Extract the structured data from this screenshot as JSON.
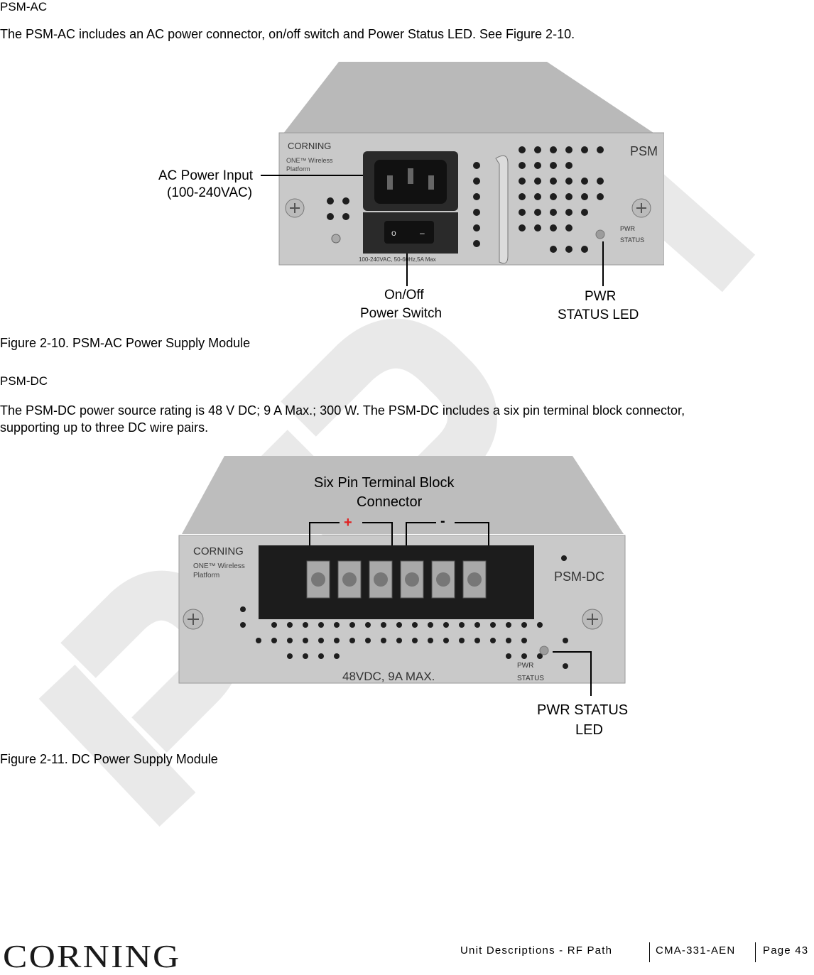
{
  "section1": {
    "heading": "PSM-AC",
    "paragraph": "The PSM-AC includes an AC power connector, on/off switch and Power Status LED. See Figure 2-10.",
    "figure": {
      "brand": "CORNING",
      "platform_line1": "ONE™ Wireless",
      "platform_line2": "Platform",
      "module_label": "PSM",
      "pwr_label_1": "PWR",
      "pwr_label_2": "STATUS",
      "rating_text": "100-240VAC, 50-60Hz,5A Max",
      "callout_ac_1": "AC Power Input",
      "callout_ac_2": "(100-240VAC)",
      "callout_switch_1": "On/Off",
      "callout_switch_2": "Power Switch",
      "callout_led_1": "PWR",
      "callout_led_2": "STATUS LED"
    },
    "caption": "Figure 2-10. PSM-AC Power Supply Module"
  },
  "section2": {
    "heading": "PSM-DC",
    "paragraph_line1": "The PSM-DC power source rating is 48 V DC; 9 A Max.; 300 W. The PSM-DC includes a six pin terminal block connector,",
    "paragraph_line2": "supporting up to three DC wire pairs.",
    "figure": {
      "brand": "CORNING",
      "platform_line1": "ONE™ Wireless",
      "platform_line2": "Platform",
      "module_label": "PSM-DC",
      "pwr_label_1": "PWR",
      "pwr_label_2": "STATUS",
      "rating_text": "48VDC, 9A MAX.",
      "callout_block_1": "Six Pin Terminal Block",
      "callout_block_2": "Connector",
      "plus": "+",
      "minus": "-",
      "callout_led_1": "PWR STATUS",
      "callout_led_2": "LED"
    },
    "caption": "Figure 2-11. DC Power Supply Module"
  },
  "watermark": "PDI",
  "footer": {
    "logo": "CORNING",
    "section": "Unit Descriptions - RF Path",
    "doc_id": "CMA-331-AEN",
    "page": "Page 43"
  },
  "colors": {
    "panel": "#c8c8c8",
    "panel_dark": "#9a9a9a",
    "hole": "#1e1e1e",
    "plus_red": "#e02020",
    "watermark": "#e6e6e6"
  }
}
